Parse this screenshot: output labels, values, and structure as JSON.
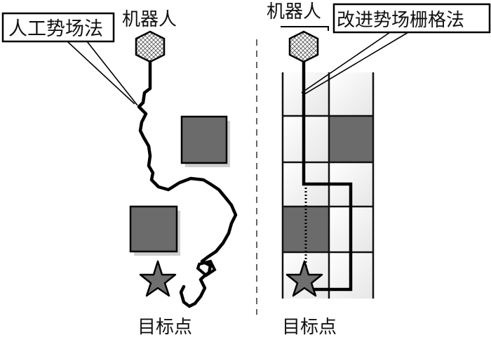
{
  "left_panel": {
    "callout_label": "人工势场法",
    "robot_label": "机器人",
    "goal_label": "目标点"
  },
  "right_panel": {
    "callout_label": "改进势场栅格法",
    "robot_label": "机器人",
    "goal_label": "目标点"
  },
  "colors": {
    "obstacle": "#6b6b6b",
    "path": "#000000",
    "star": "#6f6f6f",
    "grid": "#111111",
    "cell_bg": "#f3f3f3"
  },
  "icons": {
    "robot": "hexagon-icon",
    "goal": "star-icon"
  }
}
